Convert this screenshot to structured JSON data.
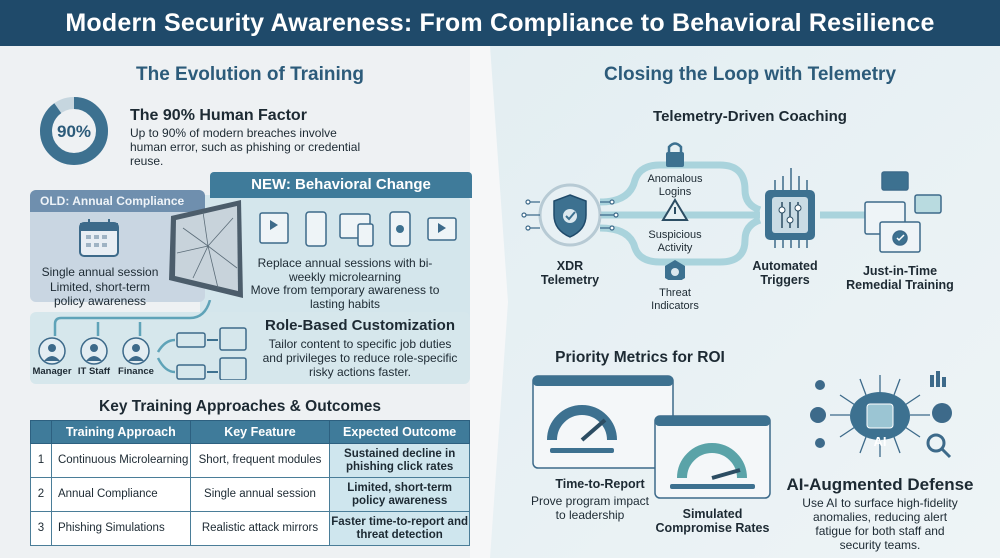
{
  "title": "Modern Security Awareness: From Compliance to Behavioral Resilience",
  "left": {
    "section_title": "The Evolution of Training",
    "human_factor": {
      "percent_label": "90%",
      "percent_value": 90,
      "title": "The 90% Human Factor",
      "description": "Up to 90% of modern breaches involve human error, such as phishing or credential reuse."
    },
    "old": {
      "title": "OLD: Annual Compliance",
      "line1": "Single annual session",
      "line2": "Limited, short-term policy awareness"
    },
    "new": {
      "title": "NEW: Behavioral Change",
      "line1": "Replace annual sessions with bi-weekly microlearning",
      "line2": "Move from temporary awareness to lasting habits"
    },
    "roles": {
      "title": "Role-Based Customization",
      "description": "Tailor content to specific job duties and privileges to reduce role-specific risky actions faster.",
      "people": [
        "Manager",
        "IT Staff",
        "Finance"
      ]
    },
    "table": {
      "title": "Key Training Approaches & Outcomes",
      "headers": [
        "",
        "Training Approach",
        "Key Feature",
        "Expected Outcome"
      ],
      "rows": [
        [
          "1",
          "Continuous Microlearning",
          "Short, frequent modules",
          "Sustained decline in phishing click rates"
        ],
        [
          "2",
          "Annual Compliance",
          "Single annual session",
          "Limited, short-term policy awareness"
        ],
        [
          "3",
          "Phishing Simulations",
          "Realistic attack mirrors",
          "Faster time-to-report and threat detection"
        ]
      ]
    }
  },
  "right": {
    "section_title": "Closing the Loop with Telemetry",
    "coaching": {
      "title": "Telemetry-Driven Coaching",
      "source": "XDR Telemetry",
      "signals": [
        "Anomalous Logins",
        "Suspicious Activity",
        "Threat Indicators"
      ],
      "processor": "Automated Triggers",
      "output": "Just-in-Time Remedial Training"
    },
    "metrics": {
      "title": "Priority Metrics for ROI",
      "m1_title": "Time-to-Report",
      "m1_desc": "Prove program impact to leadership",
      "m2_title": "Simulated Compromise Rates"
    },
    "ai": {
      "badge": "AI",
      "title": "AI-Augmented Defense",
      "description": "Use AI to surface high-fidelity anomalies, reducing alert fatigue for both staff and security teams."
    }
  },
  "colors": {
    "header": "#1f4a6a",
    "accent": "#3f7b9a",
    "light_accent": "#d4e6ec"
  }
}
